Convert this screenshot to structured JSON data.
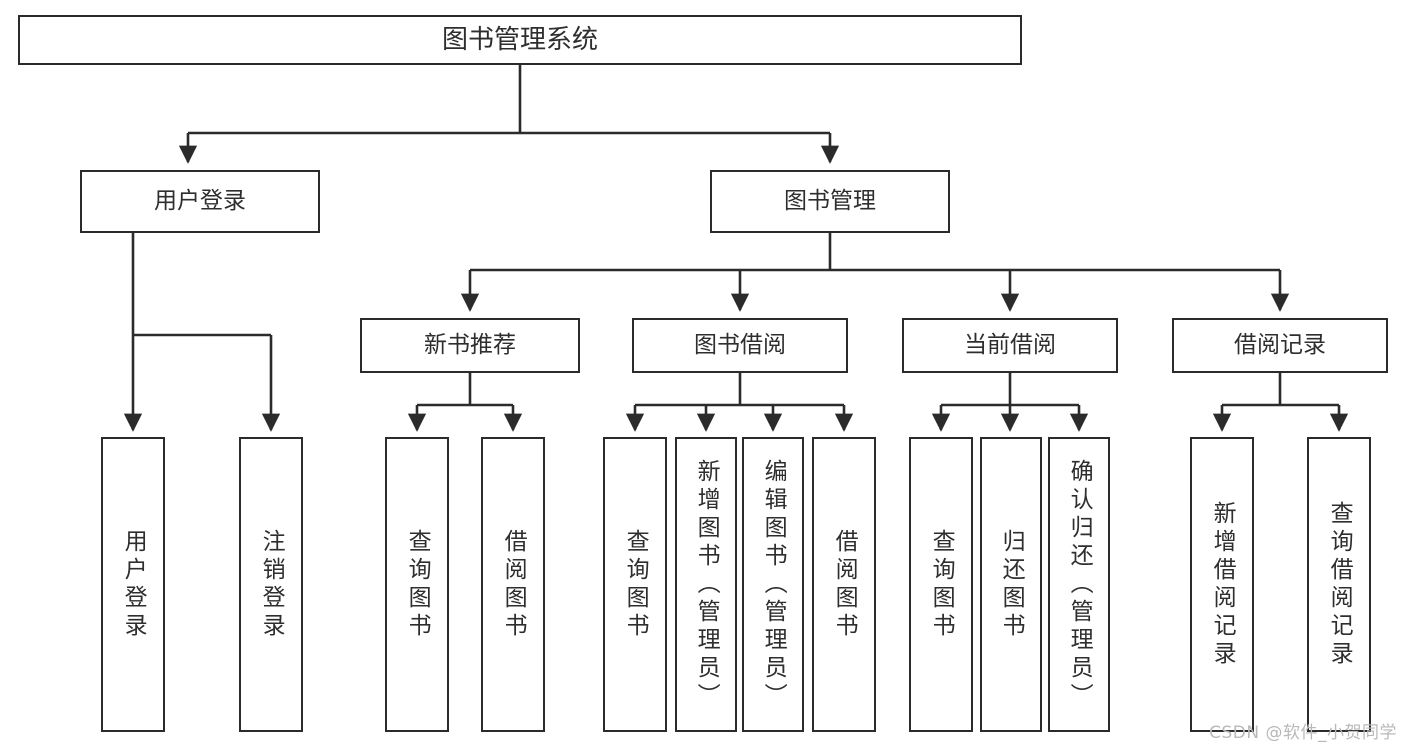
{
  "diagram": {
    "title": "图书管理系统",
    "type": "tree-hierarchy",
    "watermark": "CSDN @软件_小贺同学",
    "colors": {
      "box_border": "#2b2b2b",
      "box_fill": "#ffffff",
      "connector": "#2b2b2b",
      "text": "#2e2e2e",
      "watermark": "#b9b9b9",
      "background": "#ffffff"
    },
    "root": {
      "label": "图书管理系统"
    },
    "level2": [
      {
        "label": "用户登录"
      },
      {
        "label": "图书管理"
      }
    ],
    "level3": [
      {
        "label": "新书推荐"
      },
      {
        "label": "图书借阅"
      },
      {
        "label": "当前借阅"
      },
      {
        "label": "借阅记录"
      }
    ],
    "leaves": {
      "user_login": [
        {
          "label": "用户登录"
        },
        {
          "label": "注销登录"
        }
      ],
      "new_book": [
        {
          "label": "查询图书"
        },
        {
          "label": "借阅图书"
        }
      ],
      "book_borrow": [
        {
          "label": "查询图书"
        },
        {
          "label": "新增图书（管理员）"
        },
        {
          "label": "编辑图书（管理员）"
        },
        {
          "label": "借阅图书"
        }
      ],
      "current_borrow": [
        {
          "label": "查询图书"
        },
        {
          "label": "归还图书"
        },
        {
          "label": "确认归还（管理员）"
        }
      ],
      "borrow_record": [
        {
          "label": "新增借阅记录"
        },
        {
          "label": "查询借阅记录"
        }
      ]
    }
  }
}
